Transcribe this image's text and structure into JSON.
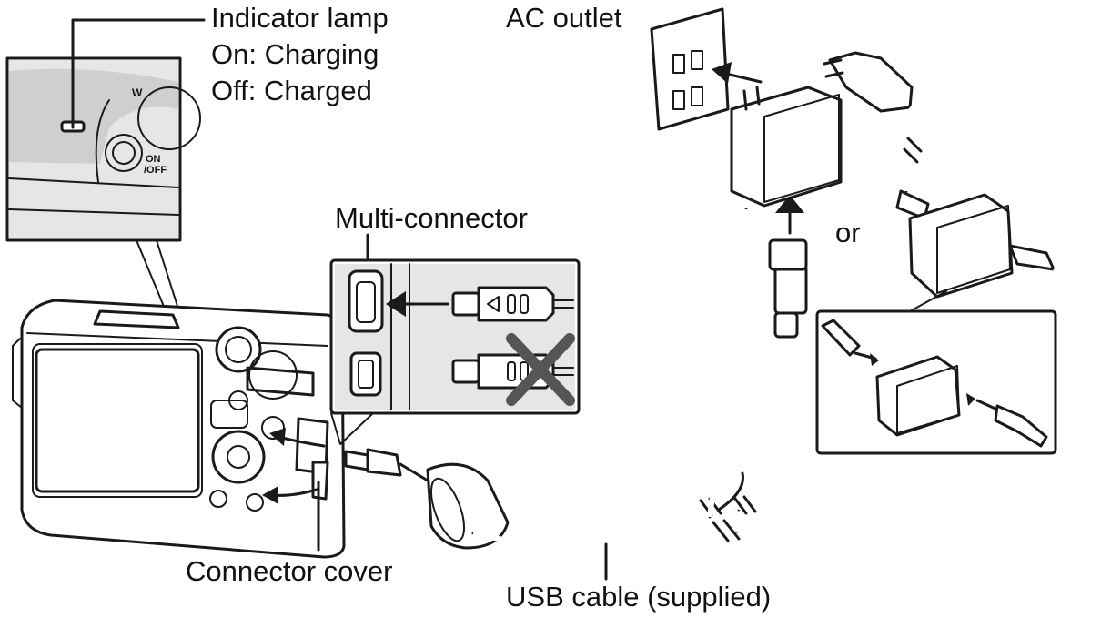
{
  "labels": {
    "indicator_lamp": "Indicator lamp",
    "on_charging": "On: Charging",
    "off_charged": "Off: Charged",
    "ac_outlet": "AC outlet",
    "multi_connector": "Multi-connector",
    "or": "or",
    "connector_cover": "Connector cover",
    "usb_cable": "USB cable (supplied)"
  },
  "camera_markings": {
    "zoom": "W",
    "power_on": "ON",
    "power_off": "/OFF"
  },
  "colors": {
    "line": "#1a1a1a",
    "panel_gray": "#cfcfcf",
    "background": "#ffffff"
  }
}
